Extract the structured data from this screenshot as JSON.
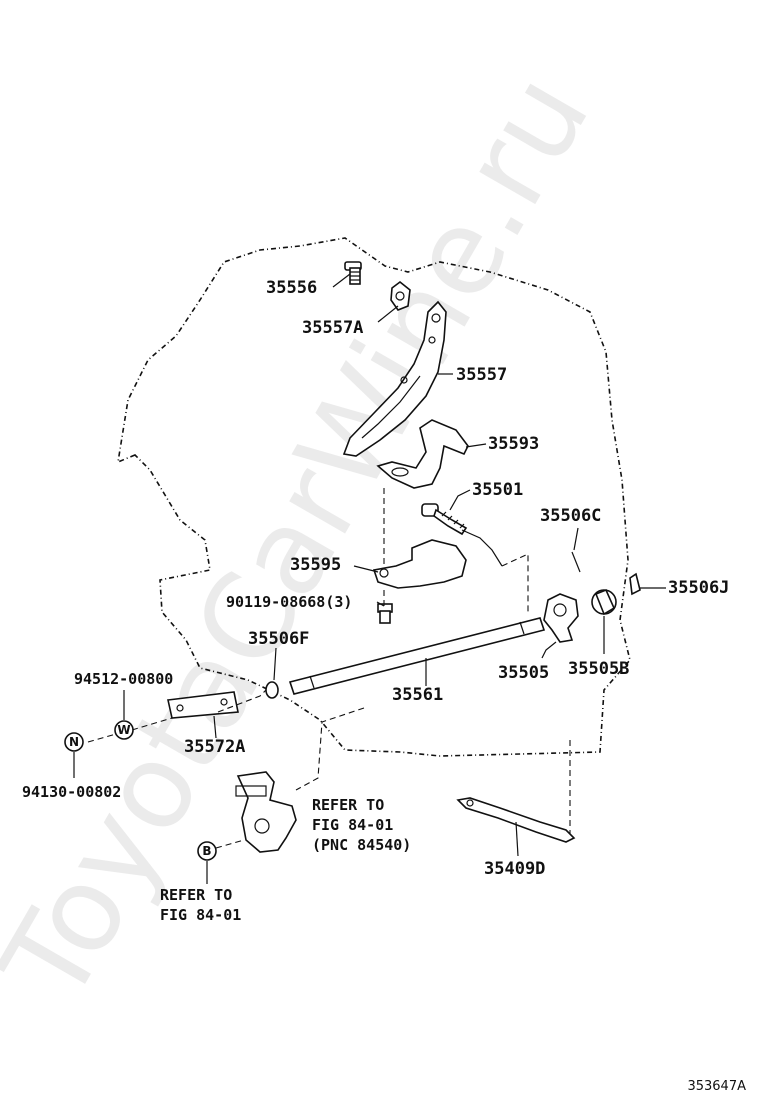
{
  "watermark": "ToyotaCarWine.ru",
  "labels": {
    "p35556": "35556",
    "p35557A": "35557A",
    "p35557": "35557",
    "p35593": "35593",
    "p35501": "35501",
    "p35506C": "35506C",
    "p35595": "35595",
    "p35506J": "35506J",
    "p90119": "90119-08668(3)",
    "p35506F": "35506F",
    "p35505": "35505",
    "p35505B": "35505B",
    "p94512": "94512-00800",
    "p35561": "35561",
    "p35572A": "35572A",
    "p94130": "94130-00802",
    "p35409D": "35409D"
  },
  "callouts": {
    "refer1_line1": "REFER TO",
    "refer1_line2": "FIG 84-01",
    "refer1_line3": "(PNC 84540)",
    "refer2_line1": "REFER TO",
    "refer2_line2": "FIG 84-01"
  },
  "markers": {
    "w": "W",
    "n": "N",
    "b": "B"
  },
  "figure_code": "353647A"
}
